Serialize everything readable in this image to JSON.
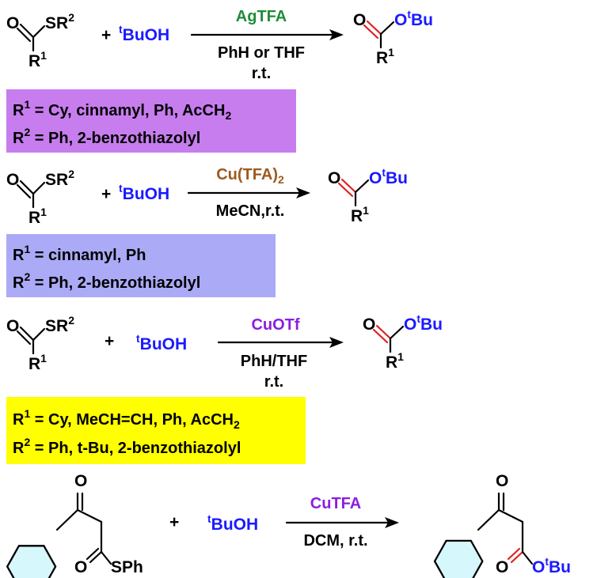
{
  "colors": {
    "box1": "#c77dee",
    "box2": "#abaaf7",
    "box3": "#ffff00",
    "reagent_blue": "#1a1aff",
    "catalyst1": "#1e8c3a",
    "catalyst2": "#9c5a1e",
    "catalyst3": "#8b1ee0",
    "carbonyl_red": "#e02020",
    "ring_fill": "#d6f7fc"
  },
  "atoms": {
    "O": "O",
    "SR": "SR",
    "SR_sup": "2",
    "R": "R",
    "R_sup": "1",
    "O_tBu_O": "O",
    "O_tBu_t": "t",
    "O_tBu_Bu": "Bu",
    "SPh": "SPh"
  },
  "plus": "+",
  "tbuoh": {
    "t": "t",
    "text": "BuOH"
  },
  "reactions": [
    {
      "catalyst": "AgTFA",
      "catalyst_sub": "",
      "condition1": "PhH or THF",
      "condition2": "r.t.",
      "r1_label": "R",
      "r1_sup": "1",
      "r1_text": " = Cy, cinnamyl, Ph, AcCH",
      "r1_sub": "2",
      "r2_label": "R",
      "r2_sup": "2",
      "r2_text": " = Ph, 2-benzothiazolyl"
    },
    {
      "catalyst": "Cu(TFA)",
      "catalyst_sub": "2",
      "condition1": "MeCN,r.t.",
      "condition2": "",
      "r1_label": "R",
      "r1_sup": "1",
      "r1_text": " = cinnamyl, Ph",
      "r1_sub": "",
      "r2_label": "R",
      "r2_sup": "2",
      "r2_text": " = Ph, 2-benzothiazolyl"
    },
    {
      "catalyst": "CuOTf",
      "catalyst_sub": "",
      "condition1": "PhH/THF",
      "condition2": "r.t.",
      "r1_label": "R",
      "r1_sup": "1",
      "r1_text": " = Cy, MeCH=CH, Ph, AcCH",
      "r1_sub": "2",
      "r2_label": "R",
      "r2_sup": "2",
      "r2_text": " = Ph, t-Bu, 2-benzothiazolyl"
    },
    {
      "catalyst": "CuTFA",
      "catalyst_sub": "",
      "condition1": "DCM, r.t.",
      "condition2": ""
    }
  ]
}
